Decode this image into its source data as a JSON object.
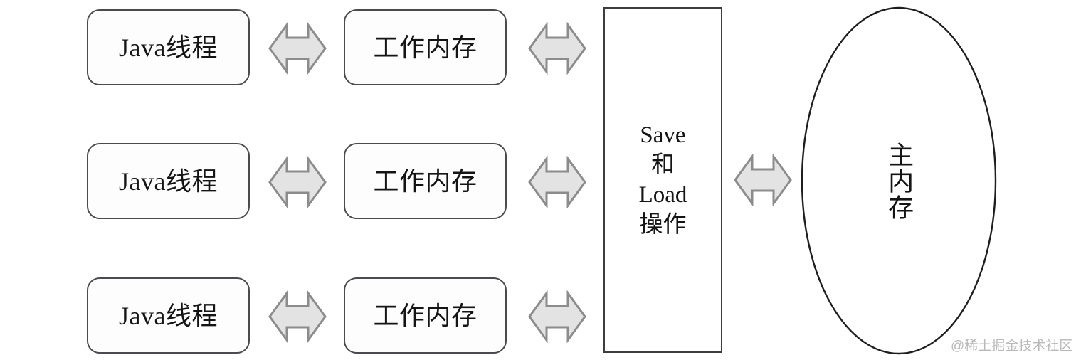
{
  "diagram": {
    "title": "Java Memory Model (JMM) thread / working memory / main memory diagram",
    "colors": {
      "box_border": "#4a4a4f",
      "box_fill": "#fdfdfd",
      "arrow_fill": "#e3e3e3",
      "arrow_stroke": "#8c8c8c",
      "saveload_border": "#3c3c41",
      "ellipse_stroke": "#1e1e1e",
      "text": "#141414",
      "watermark": "#b9b9b9",
      "background": "#ffffff"
    },
    "rows": [
      {
        "thread_label": "Java线程",
        "working_memory_label": "工作内存",
        "arrow_left_name": "double-arrow-thread-to-working-memory-1",
        "arrow_right_name": "double-arrow-working-memory-to-saveload-1"
      },
      {
        "thread_label": "Java线程",
        "working_memory_label": "工作内存",
        "arrow_left_name": "double-arrow-thread-to-working-memory-2",
        "arrow_right_name": "double-arrow-working-memory-to-saveload-2"
      },
      {
        "thread_label": "Java线程",
        "working_memory_label": "工作内存",
        "arrow_left_name": "double-arrow-thread-to-working-memory-3",
        "arrow_right_name": "double-arrow-working-memory-to-saveload-3"
      }
    ],
    "saveload": {
      "label": "Save\n和\nLoad\n操作",
      "lines": [
        "Save",
        "和",
        "Load",
        "操作"
      ]
    },
    "main_memory": {
      "label": "主内存",
      "orientation": "vertical"
    },
    "center_arrow_name": "double-arrow-saveload-to-main-memory",
    "watermark": "@稀土掘金技术社区"
  }
}
